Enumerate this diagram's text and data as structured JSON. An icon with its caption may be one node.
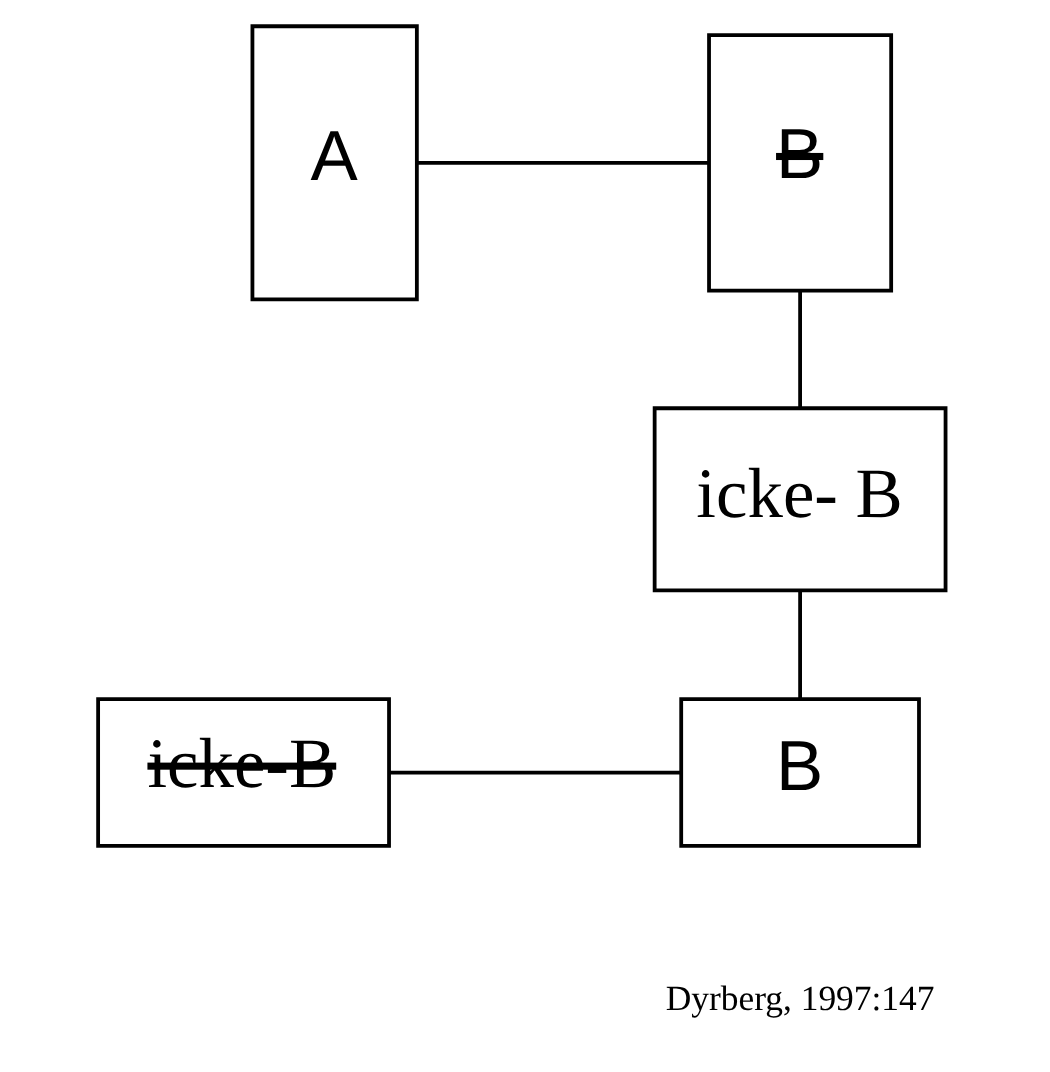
{
  "diagram": {
    "nodes": [
      {
        "text": [
          "A"
        ]
      },
      {
        "text": [
          "B"
        ]
      },
      {
        "text": [
          "icke- B"
        ]
      },
      {
        "text": [
          "icke-B"
        ]
      },
      {
        "text": [
          "B"
        ]
      }
    ],
    "edges": [
      {
        "from": 0,
        "to": 1,
        "arrow": "none"
      },
      {
        "from": 1,
        "to": 2,
        "arrow": "none"
      },
      {
        "from": 2,
        "to": 4,
        "arrow": "none"
      },
      {
        "from": 3,
        "to": 4,
        "arrow": "none"
      }
    ],
    "labels": [
      "Dyrberg, 1997:147"
    ]
  }
}
